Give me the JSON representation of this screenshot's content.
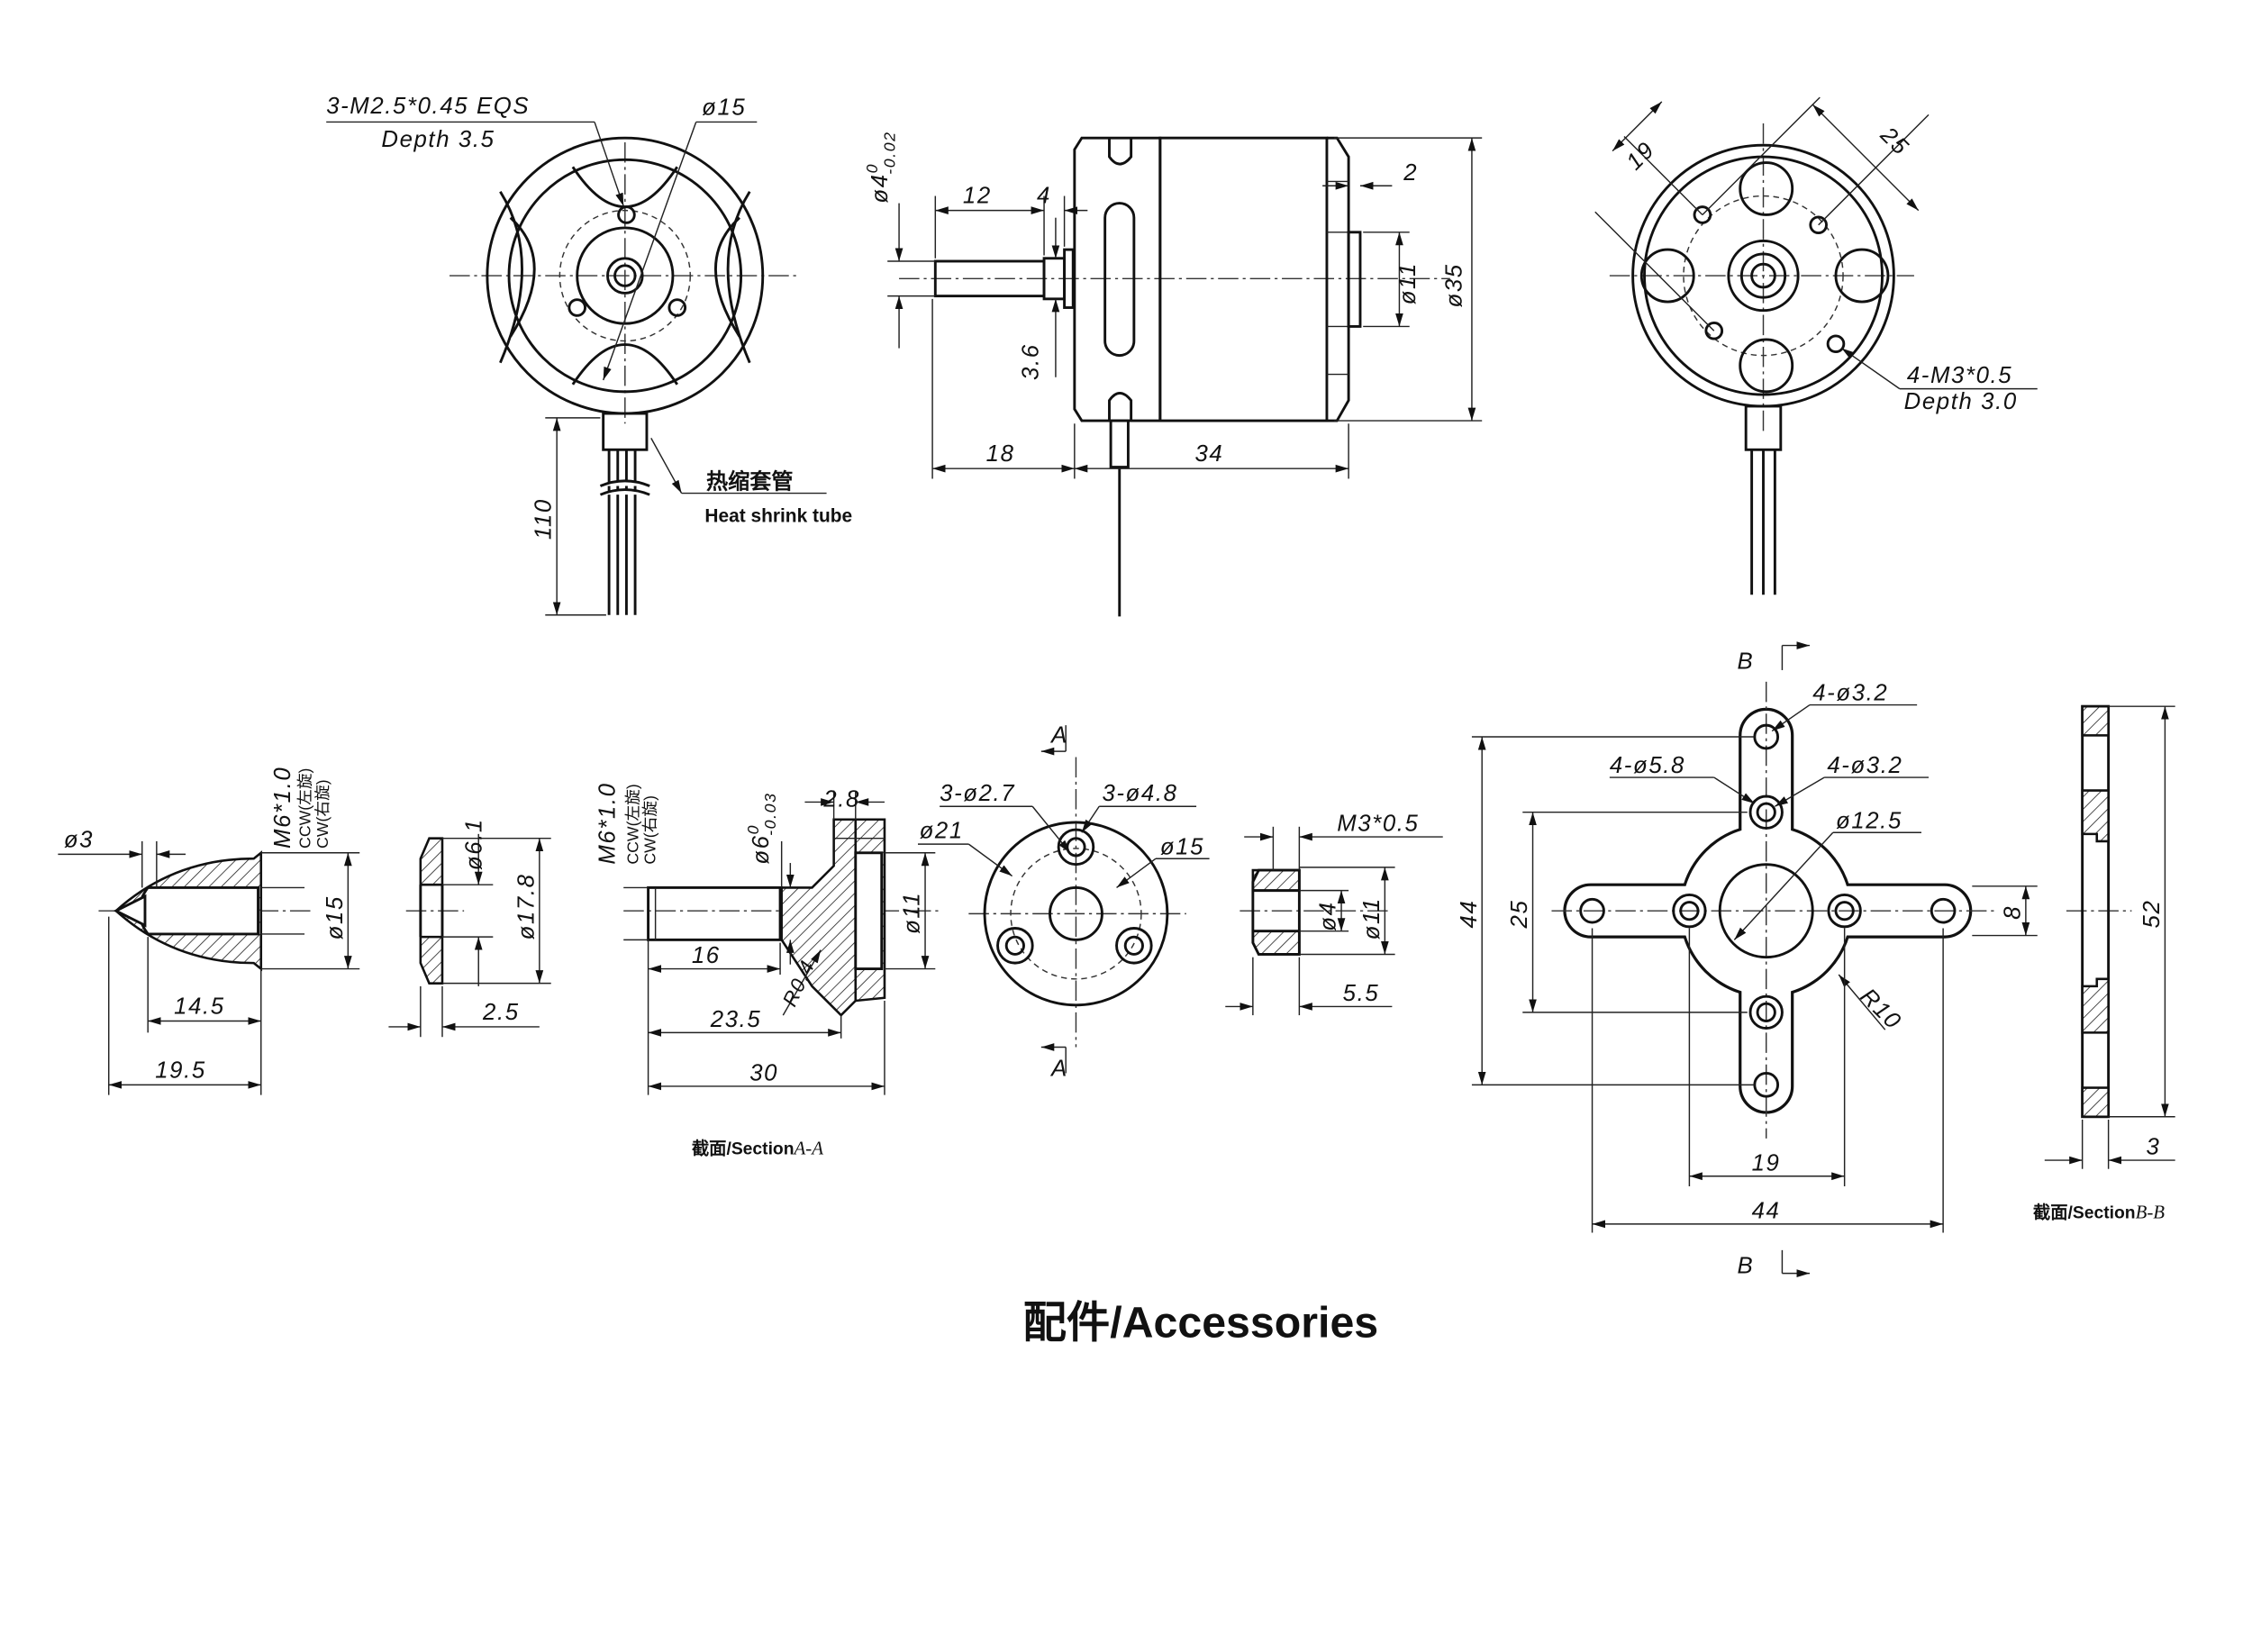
{
  "motor_front": {
    "thread_note": "3-M2.5*0.45 EQS",
    "depth_note": "Depth 3.5",
    "pcd": "ø15",
    "tube_cn": "热缩套管",
    "tube_en": "Heat shrink tube",
    "lead_length": "110"
  },
  "motor_side": {
    "shaft_dia": "ø4",
    "shaft_tol_upper": "0",
    "shaft_tol_lower": "-0.02",
    "shaft_len": "12",
    "collar_len": "4",
    "collar_dim": "3.6",
    "shaft_total": "18",
    "body_len": "34",
    "boss_len": "2",
    "boss_dia": "ø11",
    "body_dia": "ø35"
  },
  "motor_rear": {
    "spacing_a": "19",
    "spacing_b": "25",
    "thread_note": "4-M3*0.5",
    "depth_note": "Depth 3.0"
  },
  "prop_nut": {
    "tip_dia": "ø3",
    "thread": "M6*1.0",
    "ccw": "CCW(左旋)",
    "cw": "CW(右旋)",
    "dia": "ø15",
    "len_inner": "14.5",
    "len_total": "19.5"
  },
  "washer": {
    "inner_dia": "ø6.1",
    "outer_dia": "ø17.8",
    "thickness": "2.5"
  },
  "prop_adapter": {
    "thread": "M6*1.0",
    "ccw": "CCW(左旋)",
    "cw": "CW(右旋)",
    "shaft_dia": "ø6",
    "shaft_tol_upper": "0",
    "shaft_tol_lower": "-0.03",
    "collar_len": "2.8",
    "bore_dia": "ø11",
    "thread_len": "16",
    "radius": "R0.4",
    "len_mid": "23.5",
    "len_total": "30",
    "section_label": "截面/Section",
    "section_id": "A-A",
    "cut_a_top": "A",
    "cut_a_bottom": "A",
    "holes_small": "3-ø2.7",
    "holes_large": "3-ø4.8",
    "outer_dia": "ø21",
    "pcd": "ø15"
  },
  "set_nut": {
    "thread": "M3*0.5",
    "inner_dia": "ø4",
    "outer_dia": "ø11",
    "len": "5.5"
  },
  "cross_mount": {
    "cut_b_top": "B",
    "cut_b_bottom": "B",
    "holes_outer": "4-ø3.2",
    "holes_counter": "4-ø5.8",
    "holes_inner": "4-ø3.2",
    "center_dia": "ø12.5",
    "height_total": "44",
    "height_inner": "25",
    "arm_width": "8",
    "fillet": "R10",
    "width_inner": "19",
    "width_total": "44",
    "section_height": "52",
    "section_thickness": "3",
    "section_label": "截面/Section",
    "section_id": "B-B"
  },
  "title": "配件/Accessories"
}
